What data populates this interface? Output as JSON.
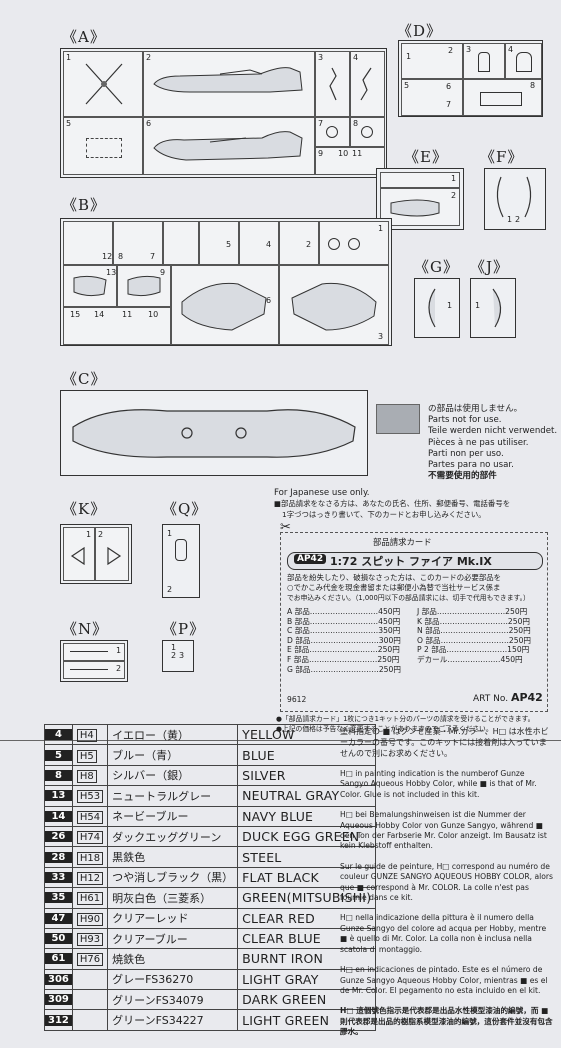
{
  "sections": {
    "A": "《A》",
    "B": "《B》",
    "C": "《C》",
    "D": "《D》",
    "E": "《E》",
    "F": "《F》",
    "G": "《G》",
    "J": "《J》",
    "K": "《K》",
    "Q": "《Q》",
    "N": "《N》",
    "P": "《P》"
  },
  "parts_A": [
    "1",
    "2",
    "3",
    "4",
    "5",
    "6",
    "7",
    "8",
    "9",
    "10",
    "11"
  ],
  "parts_B": [
    "1",
    "2",
    "3",
    "4",
    "5",
    "6",
    "7",
    "8",
    "9",
    "10",
    "11",
    "12",
    "13",
    "14",
    "15"
  ],
  "parts_D": [
    "1",
    "2",
    "3",
    "4",
    "5",
    "6",
    "7",
    "8"
  ],
  "parts_E": [
    "1",
    "2"
  ],
  "parts_F": [
    "1",
    "2"
  ],
  "parts_G": [
    "1"
  ],
  "parts_J": [
    "1"
  ],
  "parts_K": [
    "1",
    "2"
  ],
  "parts_Q": [
    "1",
    "2"
  ],
  "parts_N": [
    "1",
    "2"
  ],
  "parts_P": [
    "1",
    "2",
    "3"
  ],
  "not_for_use": {
    "lines": [
      "の部品は使用しません。",
      "Parts not for use.",
      "Teile werden nicht verwendet.",
      "Pièces à ne pas utiliser.",
      "Parti non per uso.",
      "Partes para no usar.",
      "不需要使用的部件"
    ]
  },
  "order": {
    "for_japanese": "For Japanese use only.",
    "instruction_1": "■部品請求をなさる方は、あなたの氏名、住所、郵便番号、電話番号を",
    "instruction_2": "1字づつはっきり書いて、下のカードとお申し込みください。",
    "card_title": "部品請求カード",
    "kit_code": "AP42",
    "kit_name": "1:72 スピット ファイア Mk.IX",
    "text_1": "部品を紛失したり、破損なさった方は、このカードの必要部品を",
    "text_2": "○でかこみ代金を現金書留または郵便小為替で当社サービス係ま",
    "text_3": "でお申込みください。（1,000円以下の部品請求には、切手で代用もできます。）",
    "prices_left": [
      "A 部品………………………450円",
      "B 部品………………………450円",
      "C 部品………………………350円",
      "D 部品………………………300円",
      "E 部品………………………250円",
      "F 部品………………………250円",
      "G 部品………………………250円"
    ],
    "prices_right": [
      "J 部品………………………250円",
      "K 部品………………………250円",
      "N 部品………………………250円",
      "O 部品………………………250円",
      "P 2 部品……………………150円",
      "デカール…………………450円"
    ],
    "code_9612": "9612",
    "art_no_label": "ART No.",
    "art_no": "AP42",
    "footer_1": "●「部品請求カード」1枚につき1キット分のパーツの請求を受けることができます。",
    "footer_2": "●上記の価格は予告なく変更することがありますのでご了承ください。"
  },
  "colors": [
    {
      "code": "4",
      "h": "H4",
      "jp": "イエロー（黄）",
      "en": "YELLOW"
    },
    {
      "code": "5",
      "h": "H5",
      "jp": "ブルー（青）",
      "en": "BLUE"
    },
    {
      "code": "8",
      "h": "H8",
      "jp": "シルバー（銀）",
      "en": "SILVER"
    },
    {
      "code": "13",
      "h": "H53",
      "jp": "ニュートラルグレー",
      "en": "NEUTRAL GRAY"
    },
    {
      "code": "14",
      "h": "H54",
      "jp": "ネービーブルー",
      "en": "NAVY BLUE"
    },
    {
      "code": "26",
      "h": "H74",
      "jp": "ダックエッググリーン",
      "en": "DUCK EGG GREEN"
    },
    {
      "code": "28",
      "h": "H18",
      "jp": "黒鉄色",
      "en": "STEEL"
    },
    {
      "code": "33",
      "h": "H12",
      "jp": "つや消しブラック（黒）",
      "en": "FLAT BLACK"
    },
    {
      "code": "35",
      "h": "H61",
      "jp": "明灰白色（三菱系）",
      "en": "GREEN(MITSUBISHI)"
    },
    {
      "code": "47",
      "h": "H90",
      "jp": "クリアーレッド",
      "en": "CLEAR RED"
    },
    {
      "code": "50",
      "h": "H93",
      "jp": "クリアーブルー",
      "en": "CLEAR BLUE"
    },
    {
      "code": "61",
      "h": "H76",
      "jp": "焼鉄色",
      "en": "BURNT IRON"
    },
    {
      "code": "306",
      "h": "",
      "jp": "グレーFS36270",
      "en": "LIGHT GRAY"
    },
    {
      "code": "309",
      "h": "",
      "jp": "グリーンFS34079",
      "en": "DARK GREEN"
    },
    {
      "code": "312",
      "h": "",
      "jp": "グリーンFS34227",
      "en": "LIGHT GREEN"
    }
  ],
  "paint_notes": [
    "塗料指定の ■ はグンゼ産業・Mr.カラー、H□ は水性ホビーカラーの番号です。このキットには接着剤は入っていませんので別にお求めください。",
    "H□ in painting indication is the numberof Gunze Sangyo Aqueous Hobby Color, while ■ is that of Mr. Color. Glue is not included in this kit.",
    "H□ bei Bemalungshinweisen ist die Nummer der Aqueous Hobby Color von Gunze Sangyo, während ■ den Ton der Farbserie Mr. Color anzeigt. Im Bausatz ist kein Klebstoff enthalten.",
    "Sur le guide de peinture, H□ correspond au numéro de couleur GUNZE SANGYO AQUEOUS HOBBY COLOR, alors que ■ correspond à Mr. COLOR. La colle n'est pas fournie dans ce kit.",
    "H□ nella indicazione della pittura è il numero della Gunze Sangyo del colore ad acqua per Hobby, mentre ■ è quello di Mr. Color. La colla non è inclusa nella scatola di montaggio.",
    "H□ en indicaciones de pintado. Este es el número de Gunze Sangyo Aqueous Hobby Color, mientras ■ es el de Mr. Color. El pegamento no esta incluido en el kit.",
    "H□ 這個號色指示是代表郡是出品水性模型漆油的編號，而 ■ 則代表郡是出品的樹脂系模型漆油的編號，這份套件並沒有包含膠水。"
  ]
}
